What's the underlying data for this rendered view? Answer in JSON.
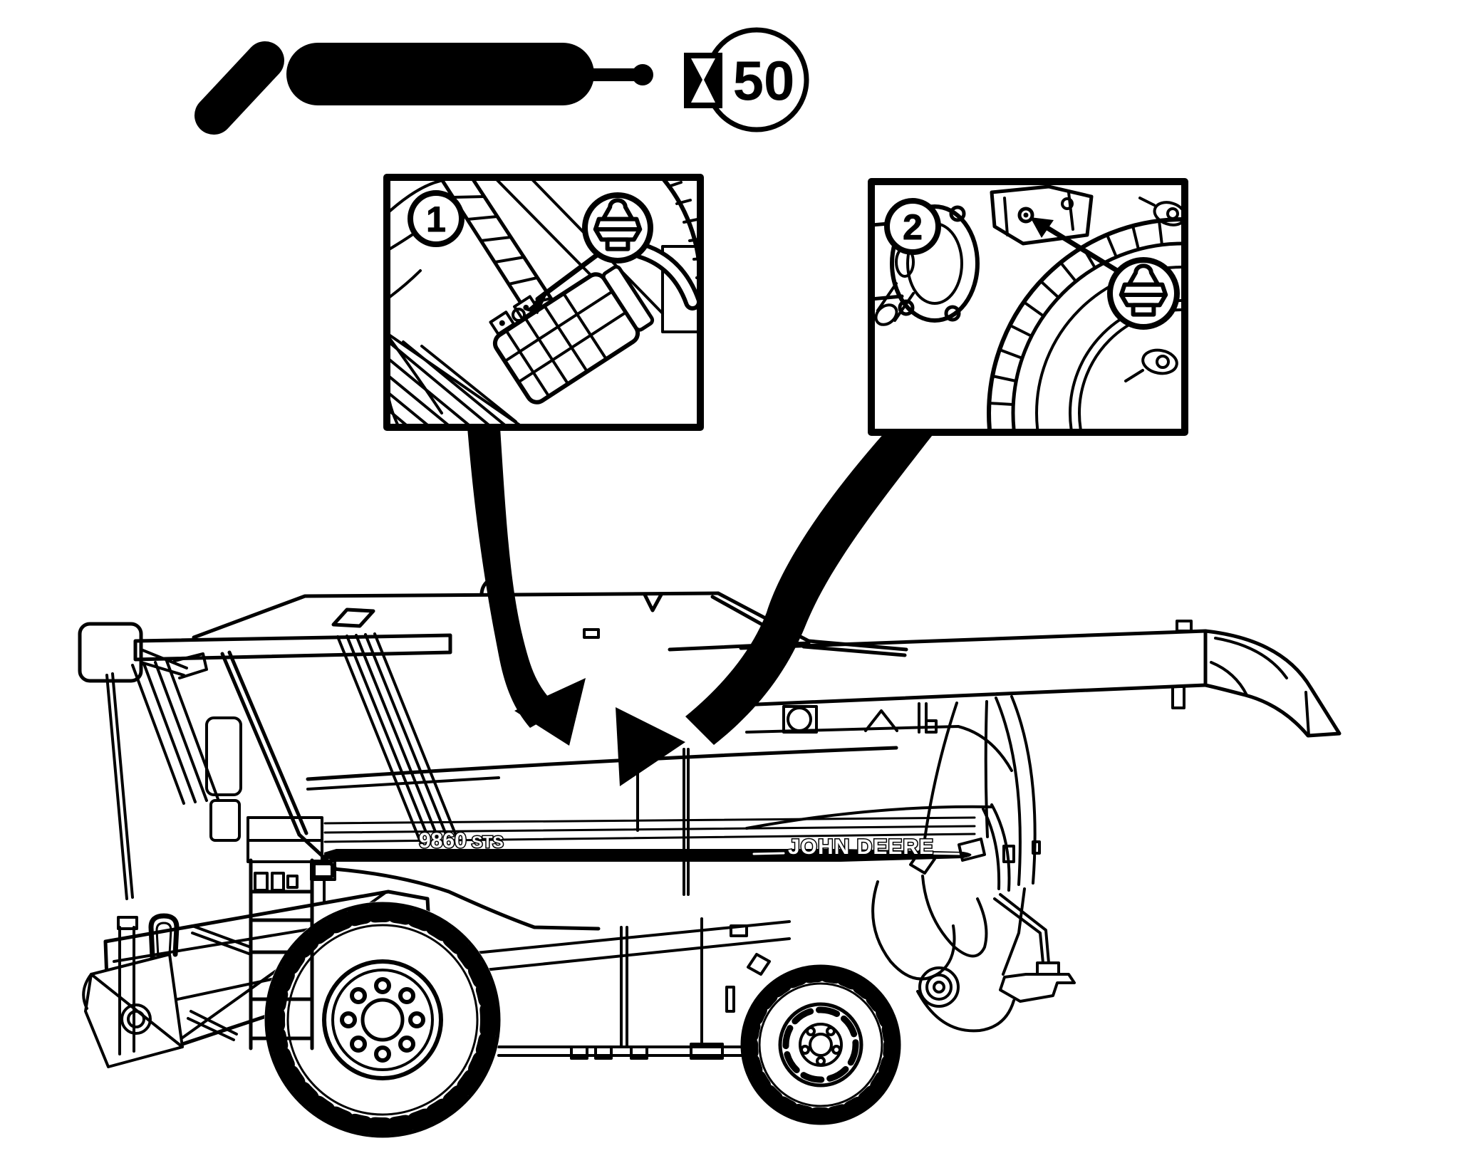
{
  "colors": {
    "ink": "#000000",
    "paper": "#ffffff"
  },
  "legend": {
    "tool_icon": "grease-gun",
    "interval_symbol": "hourglass",
    "interval_value": "50"
  },
  "insets": [
    {
      "number": "1",
      "symbol": "grease-fitting"
    },
    {
      "number": "2",
      "symbol": "grease-fitting"
    }
  ],
  "machine": {
    "type": "combine-harvester",
    "model_number": "9860",
    "model_series": "STS",
    "brand": "JOHN DEERE"
  }
}
